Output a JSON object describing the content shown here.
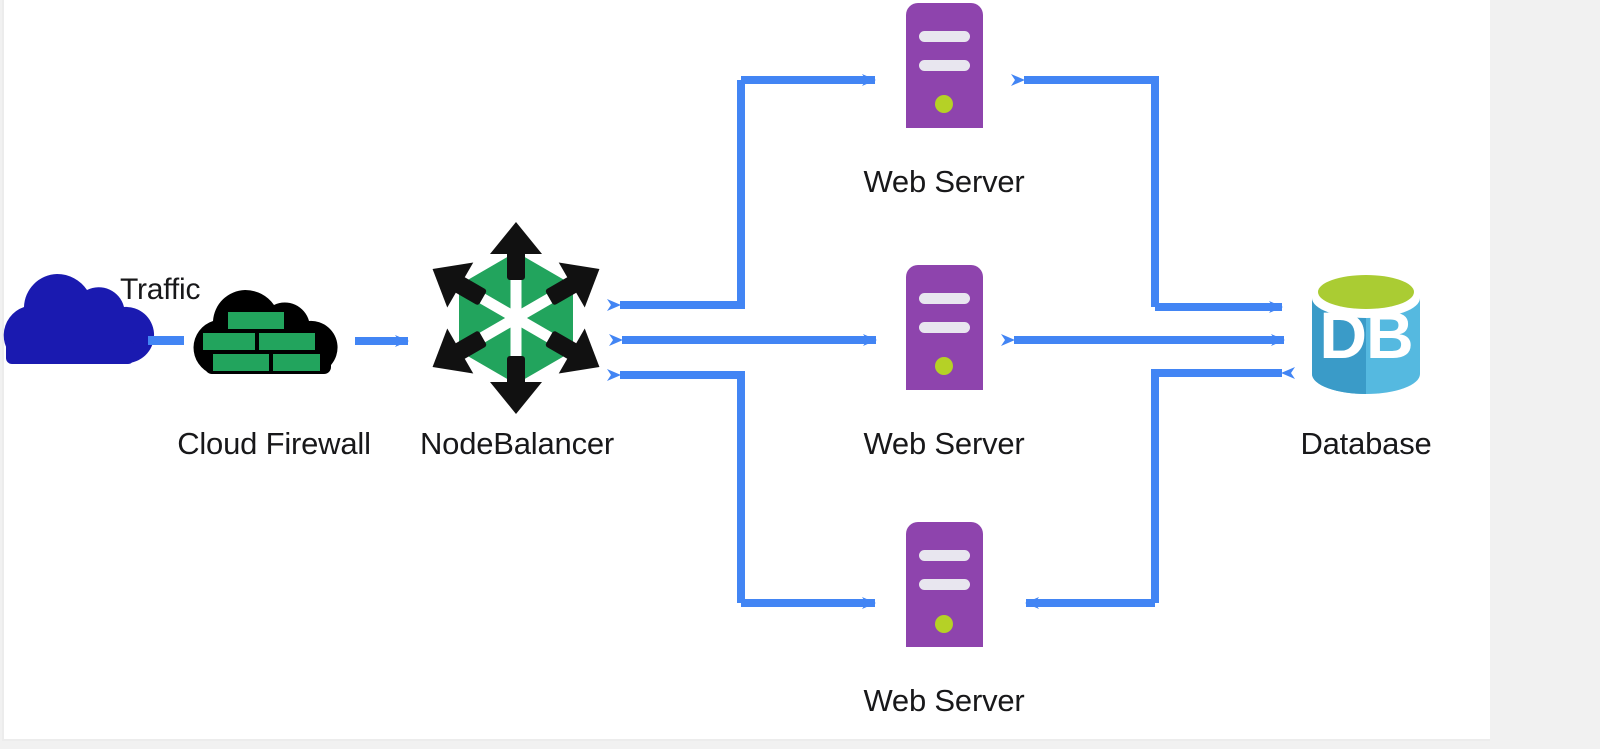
{
  "diagram": {
    "title": "NodeBalancer web server database architecture",
    "background_color": "#f1f1f1",
    "panel_color": "#ffffff",
    "connector_color": "#4285f4",
    "labels": {
      "traffic": "Traffic",
      "cloud_firewall": "Cloud Firewall",
      "nodebalancer": "NodeBalancer",
      "web_server_top": "Web Server",
      "web_server_middle": "Web Server",
      "web_server_bottom": "Web Server",
      "database": "Database",
      "database_glyph": "DB"
    },
    "nodes": [
      {
        "id": "internet-cloud",
        "label": "",
        "icon": "cloud-icon",
        "color": "#1a1ab0"
      },
      {
        "id": "cloud-firewall",
        "label": "Cloud Firewall",
        "icon": "firewall-icon",
        "color": "#000000",
        "accent": "#22a45d"
      },
      {
        "id": "nodebalancer",
        "label": "NodeBalancer",
        "icon": "nodebalancer-icon",
        "color": "#22a45d",
        "accent": "#000000"
      },
      {
        "id": "web-server-top",
        "label": "Web Server",
        "icon": "server-icon",
        "color": "#8e44ad",
        "accent": "#b5d126"
      },
      {
        "id": "web-server-middle",
        "label": "Web Server",
        "icon": "server-icon",
        "color": "#8e44ad",
        "accent": "#b5d126"
      },
      {
        "id": "web-server-bottom",
        "label": "Web Server",
        "icon": "server-icon",
        "color": "#8e44ad",
        "accent": "#b5d126"
      },
      {
        "id": "database",
        "label": "Database",
        "icon": "database-icon",
        "color": "#3fa9dd",
        "accent": "#aacc33"
      }
    ],
    "edges": [
      {
        "from": "internet-cloud",
        "to": "cloud-firewall",
        "style": "dashed",
        "label": "Traffic",
        "direction": "none"
      },
      {
        "from": "cloud-firewall",
        "to": "nodebalancer",
        "style": "solid",
        "direction": "forward"
      },
      {
        "from": "nodebalancer",
        "to": "web-server-top",
        "style": "elbow",
        "direction": "forward"
      },
      {
        "from": "nodebalancer",
        "to": "web-server-middle",
        "style": "solid",
        "direction": "both"
      },
      {
        "from": "nodebalancer",
        "to": "web-server-bottom",
        "style": "elbow",
        "direction": "forward"
      },
      {
        "from": "web-server-top",
        "to": "database",
        "style": "elbow",
        "direction": "forward"
      },
      {
        "from": "web-server-middle",
        "to": "database",
        "style": "solid",
        "direction": "both"
      },
      {
        "from": "web-server-bottom",
        "to": "database",
        "style": "elbow",
        "direction": "forward"
      },
      {
        "from": "database",
        "to": "web-server-top",
        "style": "elbow",
        "direction": "forward"
      },
      {
        "from": "database",
        "to": "web-server-bottom",
        "style": "elbow",
        "direction": "forward"
      }
    ],
    "colors": {
      "arrow_blue": "#4285f4",
      "cloud_blue": "#1a1ab0",
      "firewall_black": "#000000",
      "brick_green": "#22a45d",
      "hex_green": "#22a45d",
      "server_purple": "#8e44ad",
      "server_led": "#b5d126",
      "server_bar": "#e8e6ef",
      "db_blue_dark": "#3a9bc8",
      "db_blue_light": "#55b9e0",
      "db_top_green": "#aacc33",
      "text_black": "#18181a",
      "panel_border": "#ececec"
    }
  }
}
